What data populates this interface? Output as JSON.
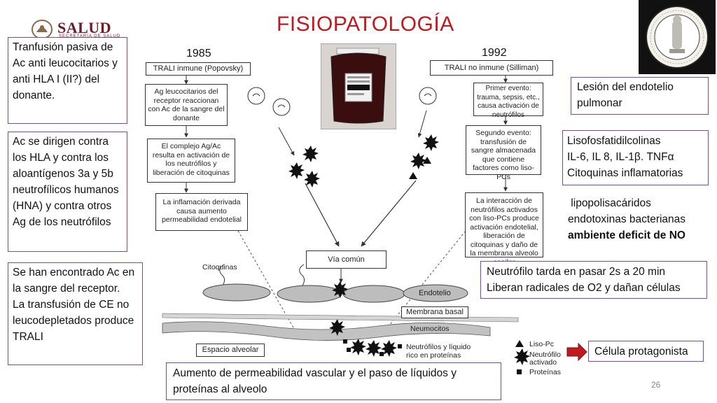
{
  "title": "FISIOPATOLOGÍA",
  "logo": {
    "name": "SALUD",
    "subtitle": "SECRETARÍA DE SALUD"
  },
  "seal": {
    "text": "ACADEMIA NACIONAL DE MEDICINA · MÉXICO"
  },
  "page_number": "26",
  "left_notes": [
    "Tranfusión pasiva de Ac anti leucocitarios y anti HLA I (II?) del donante.",
    "Ac se dirigen contra los HLA y contra los aloantígenos 3a y 5b neutrofílicos humanos (HNA)  y contra otros Ag de los neutrófilos",
    "Se han encontrado Ac en la sangre del receptor.\nLa transfusión de CE no leucodepletados produce TRALI"
  ],
  "right_notes": {
    "endothelium": "Lesión del endotelio pulmonar",
    "mediators": "Lisofosfatidilcolinas\nIL-6, IL 8, IL-1β. TNFα\nCitoquinas inflamatorias",
    "lps_1": " lipopolisacáridos",
    "lps_2": "endotoxinas bacterianas",
    "lps_3": "ambiente deficit de NO",
    "neutrophil": "Neutrófilo tarda en pasar 2s a 20 min\nLiberan radicales de O2 y dañan células",
    "protagonist": "Célula protagonista"
  },
  "bottom_note": "Aumento de permeabilidad vascular y el paso de líquidos y proteínas al alveolo",
  "diagram": {
    "year_left": "1985",
    "year_right": "1992",
    "left_title": "TRALI inmune (Popovsky)",
    "right_title": "TRALI no inmune (Silliman)",
    "left_steps": [
      "Ag leucocitarios del receptor reaccionan con Ac de la sangre del donante",
      "El complejo Ag/Ac resulta en activación de los neutrófilos y liberación de citoquinas",
      "La inflamación derivada causa aumento permeabilidad endotelial"
    ],
    "right_steps": [
      "Primer evento: trauma, sepsis, etc., causa activación de neutrófilos",
      "Segundo evento: transfusión de sangre almacenada que contiene factores como liso-PCs",
      "La interacción de neutrófilos activados con liso-PCs produce activación endotelial, liberación de citoquinas y daño de la membrana alveolo capilar"
    ],
    "common_path": "Vía común",
    "labels": {
      "citoquinas": "Citoquinas",
      "endotelio": "Endotelio",
      "membrana": "Membrana basal",
      "neumocitos": "Neumocitos",
      "espacio": "Espacio alveolar",
      "liquido": "Neutrófilos y líquido rico en proteínas"
    },
    "legend": {
      "liso": "Liso-Pc",
      "neutro": "Neutrófilo activado",
      "proteinas": "Proteínas"
    }
  },
  "colors": {
    "title": "#c0191f",
    "callout_border": "#7a4aa8",
    "arrow_red": "#c0191f",
    "logo": "#6b1d2c"
  }
}
